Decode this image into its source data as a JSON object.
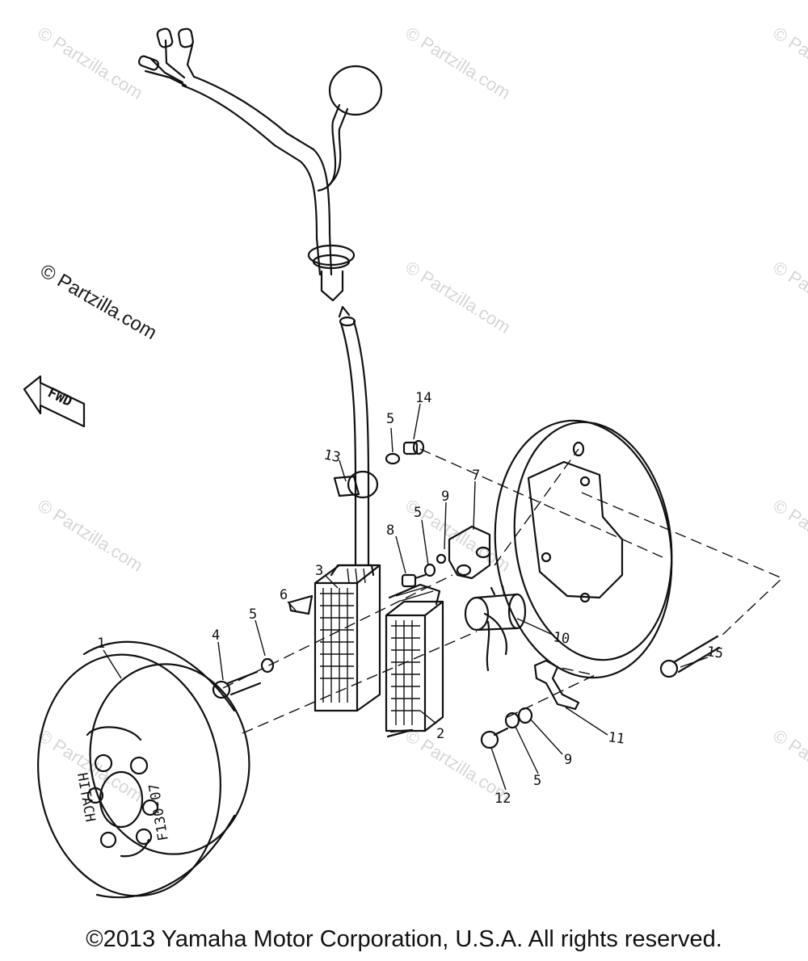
{
  "watermark": "© Partzilla.com",
  "fwd_label": "FWD",
  "flywheel_marks": [
    "HITACH",
    "F130-07"
  ],
  "callouts": [
    "1",
    "2",
    "3",
    "4",
    "5",
    "5",
    "5",
    "5",
    "6",
    "7",
    "8",
    "9",
    "9",
    "10",
    "11",
    "12",
    "13",
    "14",
    "15"
  ],
  "copyright": "©2013 Yamaha Motor Corporation, U.S.A. All rights reserved."
}
